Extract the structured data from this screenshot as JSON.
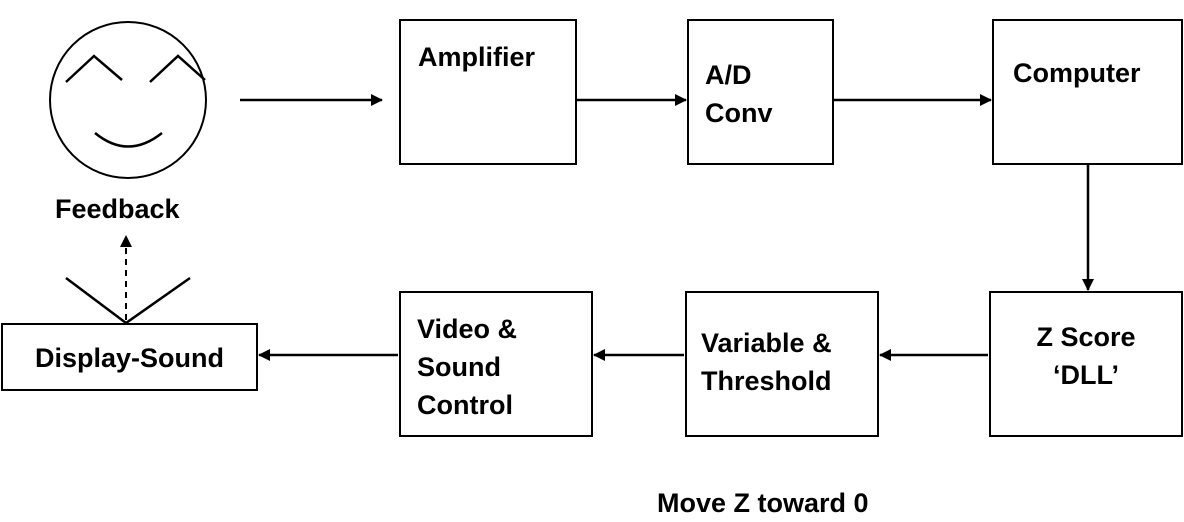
{
  "nodes": {
    "amplifier": {
      "lines": [
        "Amplifier"
      ]
    },
    "ad_conv": {
      "lines": [
        "A/D",
        "Conv"
      ]
    },
    "computer": {
      "lines": [
        "Computer"
      ]
    },
    "zscore": {
      "lines": [
        "Z Score",
        "‘DLL’"
      ]
    },
    "variable": {
      "lines": [
        "Variable &",
        "Threshold"
      ]
    },
    "video": {
      "lines": [
        "Video &",
        "Sound",
        "Control"
      ]
    },
    "display": {
      "lines": [
        "Display-Sound"
      ]
    }
  },
  "feedback_label": "Feedback",
  "caption": "Move Z toward 0"
}
